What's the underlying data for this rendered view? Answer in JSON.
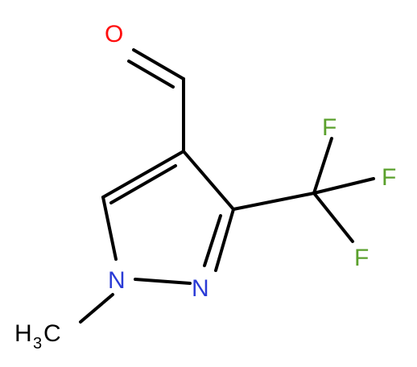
{
  "molecule": {
    "atoms": {
      "oxygen": "O",
      "fluorine_1": "F",
      "fluorine_2": "F",
      "fluorine_3": "F",
      "nitrogen_1": "N",
      "nitrogen_2": "N",
      "methyl_h": "H",
      "methyl_sub": "3",
      "methyl_c": "C"
    },
    "colors": {
      "bond": "#000000",
      "oxygen": "#ff0d0d",
      "fluorine": "#5aa02c",
      "nitrogen": "#2a3bd6",
      "carbon": "#000000"
    }
  }
}
